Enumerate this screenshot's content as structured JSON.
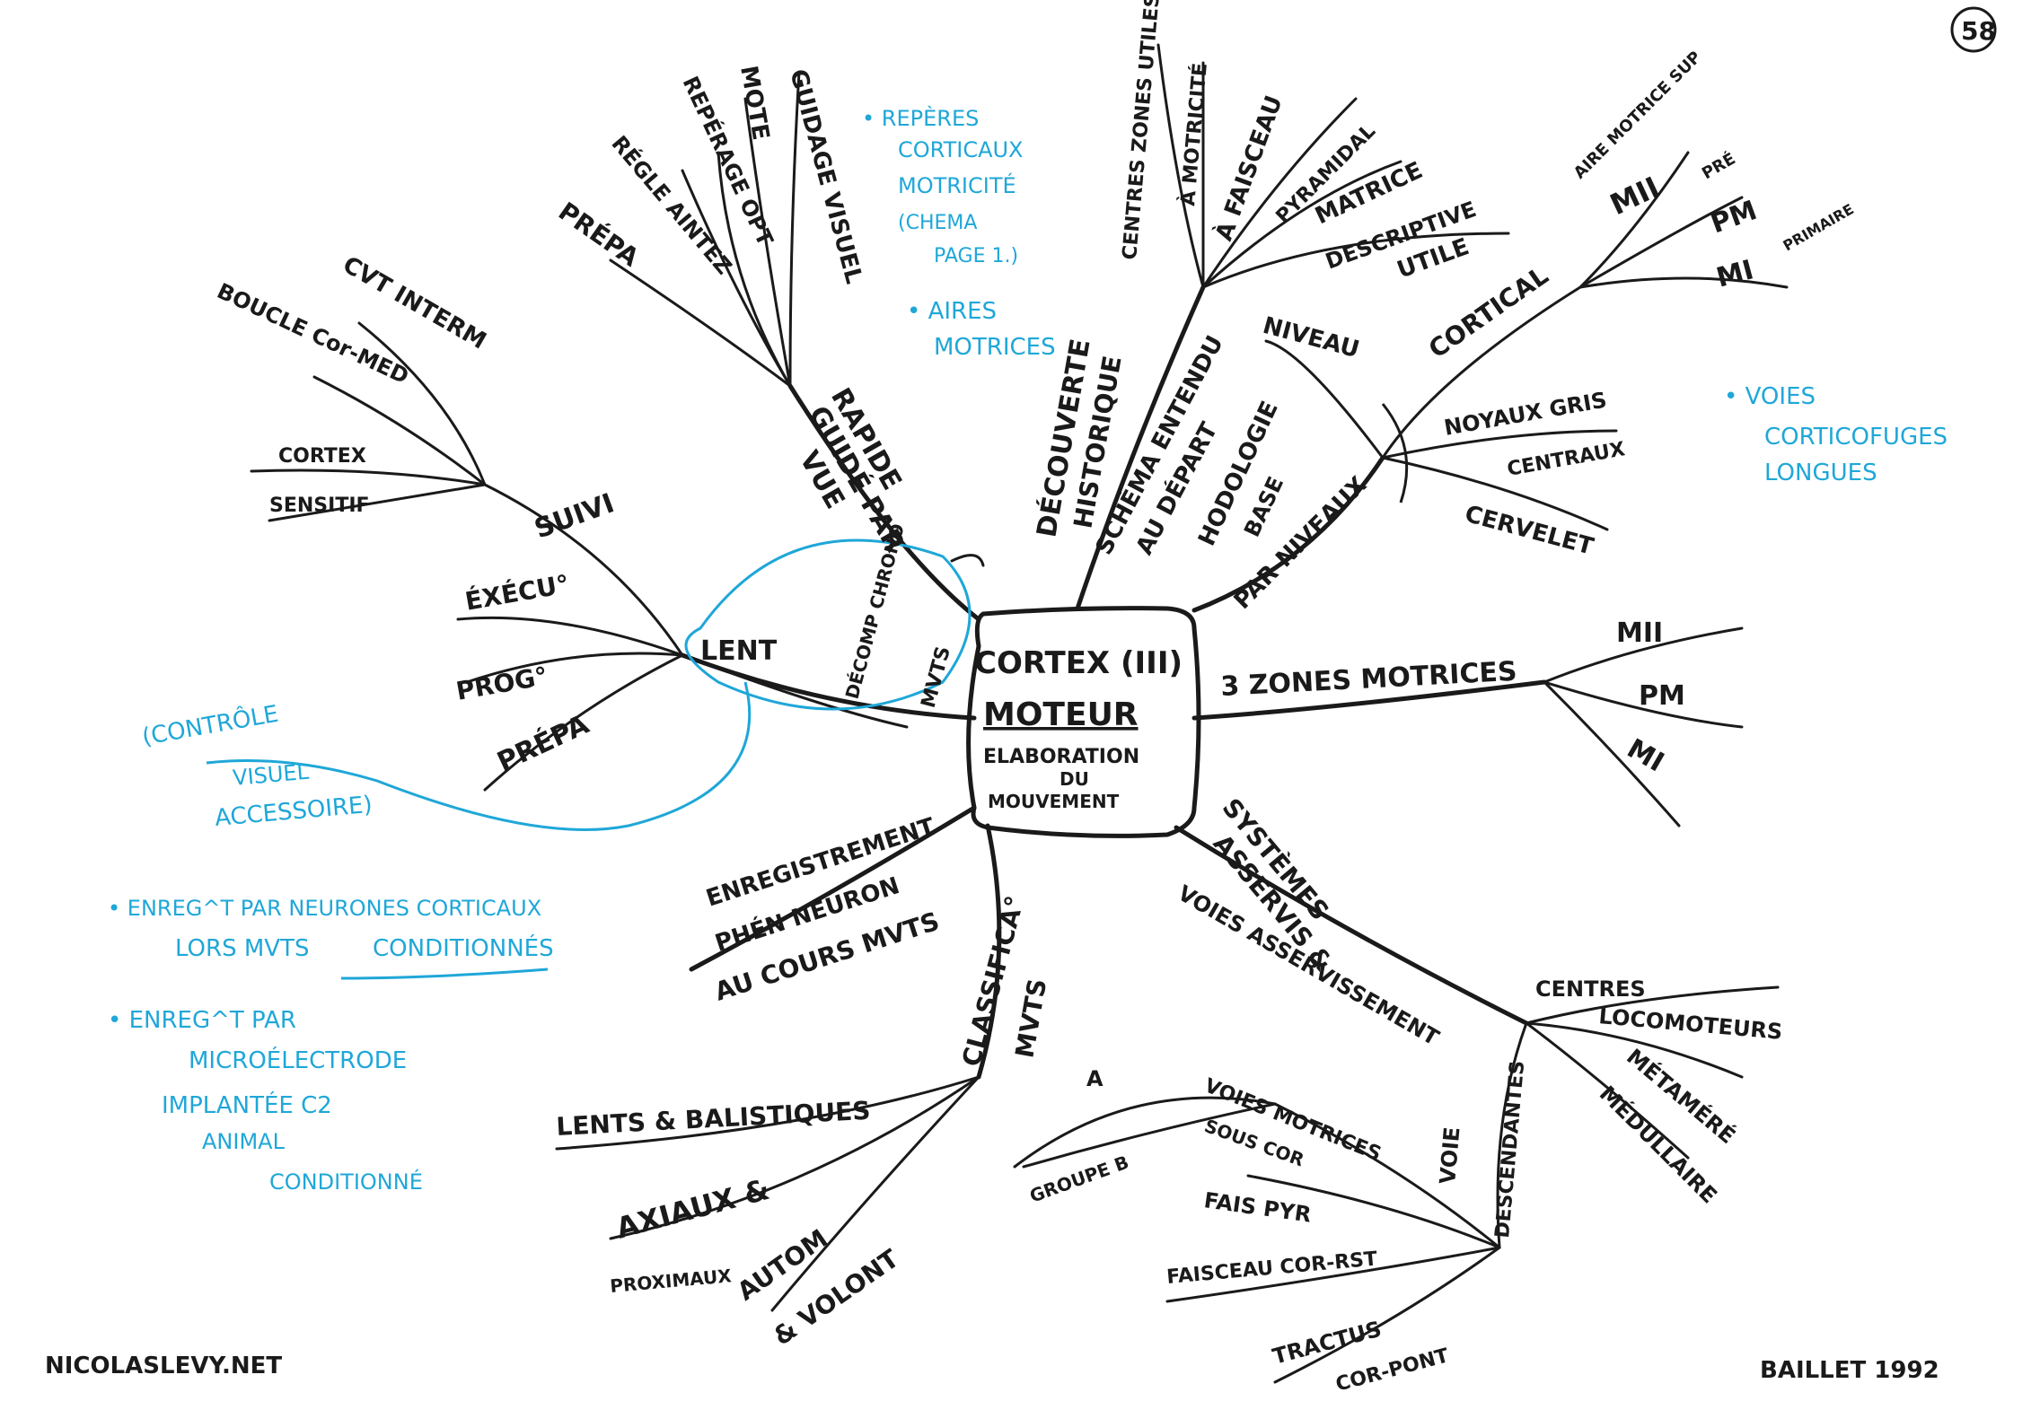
{
  "page_number": "58",
  "center": {
    "title": "CORTEX (III)",
    "subtitle": "MOTEUR",
    "line3": "ELABORATION",
    "line4": "DU",
    "line5": "MOUVEMENT"
  },
  "branches": {
    "rapide": {
      "label1": "RAPIDE",
      "label2": "GUIDÉ PAR",
      "label3": "VUE",
      "leaves": [
        "PRÉPA",
        "RÉGLE AINTEZ",
        "REPÉRAGE OPT",
        "MOTE",
        "GUIDAGE VISUEL"
      ]
    },
    "lent": {
      "label": "LENT",
      "mvts": "MVTS",
      "decomp": "DÉCOMP CHRONO",
      "leaves": [
        "SUIVI",
        "ÉXÉCU°",
        "PROG°",
        "PRÉPA"
      ],
      "suivi_leaves": [
        "CVT INTERM",
        "BOUCLE Cor-MED",
        "CORTEX",
        "SENSITIF"
      ]
    },
    "historique": {
      "label1": "DÉCOUVERTE",
      "label2": "HISTORIQUE",
      "leaves": [
        "CENTRES ZONES UTILES",
        "À MOTRICITÉ",
        "À FAISCEAU",
        "PYRAMIDAL",
        "MATRICE",
        "DESCRIPTIVE",
        "UTILE"
      ]
    },
    "hodologie": {
      "label1": "SCHÉMA ENTENDU",
      "label2": "AU DÉPART",
      "label3": "HODOLOGIE",
      "label4": "BASE",
      "label5": "PAR NIVEAUX",
      "niveau": "NIVEAU",
      "leaves": [
        "CORTICAL",
        "NOYAUX GRIS",
        "CENTRAUX",
        "CERVELET"
      ],
      "cortical_leaves": [
        "AIRE MOTRICE SUP",
        "MII",
        "PRÉ",
        "PM",
        "PRIMAIRE",
        "MI"
      ]
    },
    "zones": {
      "label": "3 ZONES MOTRICES",
      "leaves": [
        "MII",
        "PM",
        "MI"
      ]
    },
    "systemes": {
      "label1": "SYSTÈMES",
      "label2": "ASSERVIS &",
      "label3": "VOIES ASSERVISSEMENT",
      "centres_leaves": [
        "CENTRES",
        "LOCOMOTEURS",
        "MÉTAMÉRÉ",
        "MÉDULLAIRE"
      ],
      "descendantes": "DESCENDANTES",
      "voie": "VOIE",
      "voie_leaves": [
        "VOIES MOTRICES",
        "SOUS COR",
        "A",
        "GROUPE B",
        "FAIS PYR",
        "FAISCEAU COR-RST",
        "TRACTUS",
        "COR-PONT"
      ]
    },
    "classification": {
      "label1": "CLASSIFICA°",
      "label2": "MVTS",
      "leaves": [
        "LENTS & BALISTIQUES",
        "AXIAUX &",
        "PROXIMAUX",
        "AUTOM",
        "& VOLONT"
      ]
    },
    "enregistrement": {
      "lines": [
        "ENREGISTREMENT",
        "PHÉN NEURON",
        "AU COURS MVTS"
      ]
    }
  },
  "notes": {
    "reperes": [
      "• REPÈRES",
      "CORTICAUX",
      "MOTRICITÉ",
      "(CHEMA",
      "PAGE 1.)",
      "• AIRES",
      "MOTRICES"
    ],
    "voies": [
      "• VOIES",
      "CORTICOFUGES",
      "LONGUES"
    ],
    "controle": [
      "(CONTRÔLE",
      "VISUEL",
      "ACCESSOIRE)"
    ],
    "enreg1": [
      "• ENREG^T PAR NEURONES CORTICAUX",
      "LORS MVTS",
      "CONDITIONNÉS"
    ],
    "enreg2": [
      "• ENREG^T PAR",
      "MICROÉLECTRODE",
      "IMPLANTÉE C2",
      "ANIMAL",
      "CONDITIONNÉ"
    ]
  },
  "footer": {
    "left": "NICOLASLEVY.NET",
    "right": "BAILLET 1992"
  },
  "colors": {
    "ink": "#1a1a1a",
    "blue": "#1fa7d8"
  }
}
